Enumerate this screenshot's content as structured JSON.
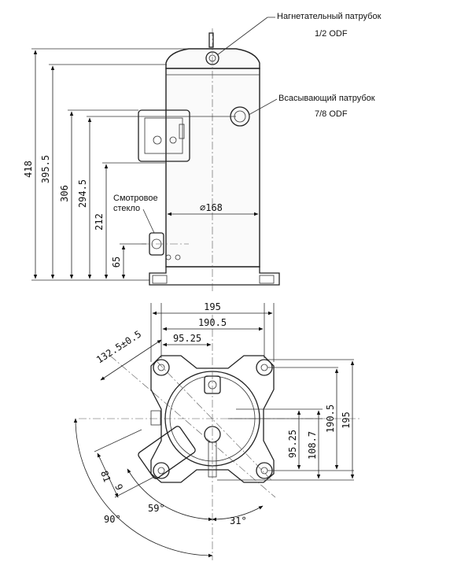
{
  "callouts": {
    "discharge_title": "Нагнетательный патрубок",
    "discharge_size": "1/2 ODF",
    "suction_title": "Всасывающий патрубок",
    "suction_size": "7/8 ODF",
    "sight_glass_line1": "Смотровое",
    "sight_glass_line2": "стекло"
  },
  "side_view_dims": {
    "h418": "418",
    "h395": "395.5",
    "h306": "306",
    "h294": "294.5",
    "h212": "212",
    "h65": "65",
    "diameter": "∅168"
  },
  "top_view_dims": {
    "w195": "195",
    "w190": "190.5",
    "w95": "95.25",
    "diag": "132.5±0.5",
    "v95": "95.25",
    "v108": "108.7",
    "v190": "190.5",
    "v195": "195",
    "d81": "81",
    "d9": "9",
    "a90": "90°",
    "a59": "59°",
    "a31": "31°"
  }
}
